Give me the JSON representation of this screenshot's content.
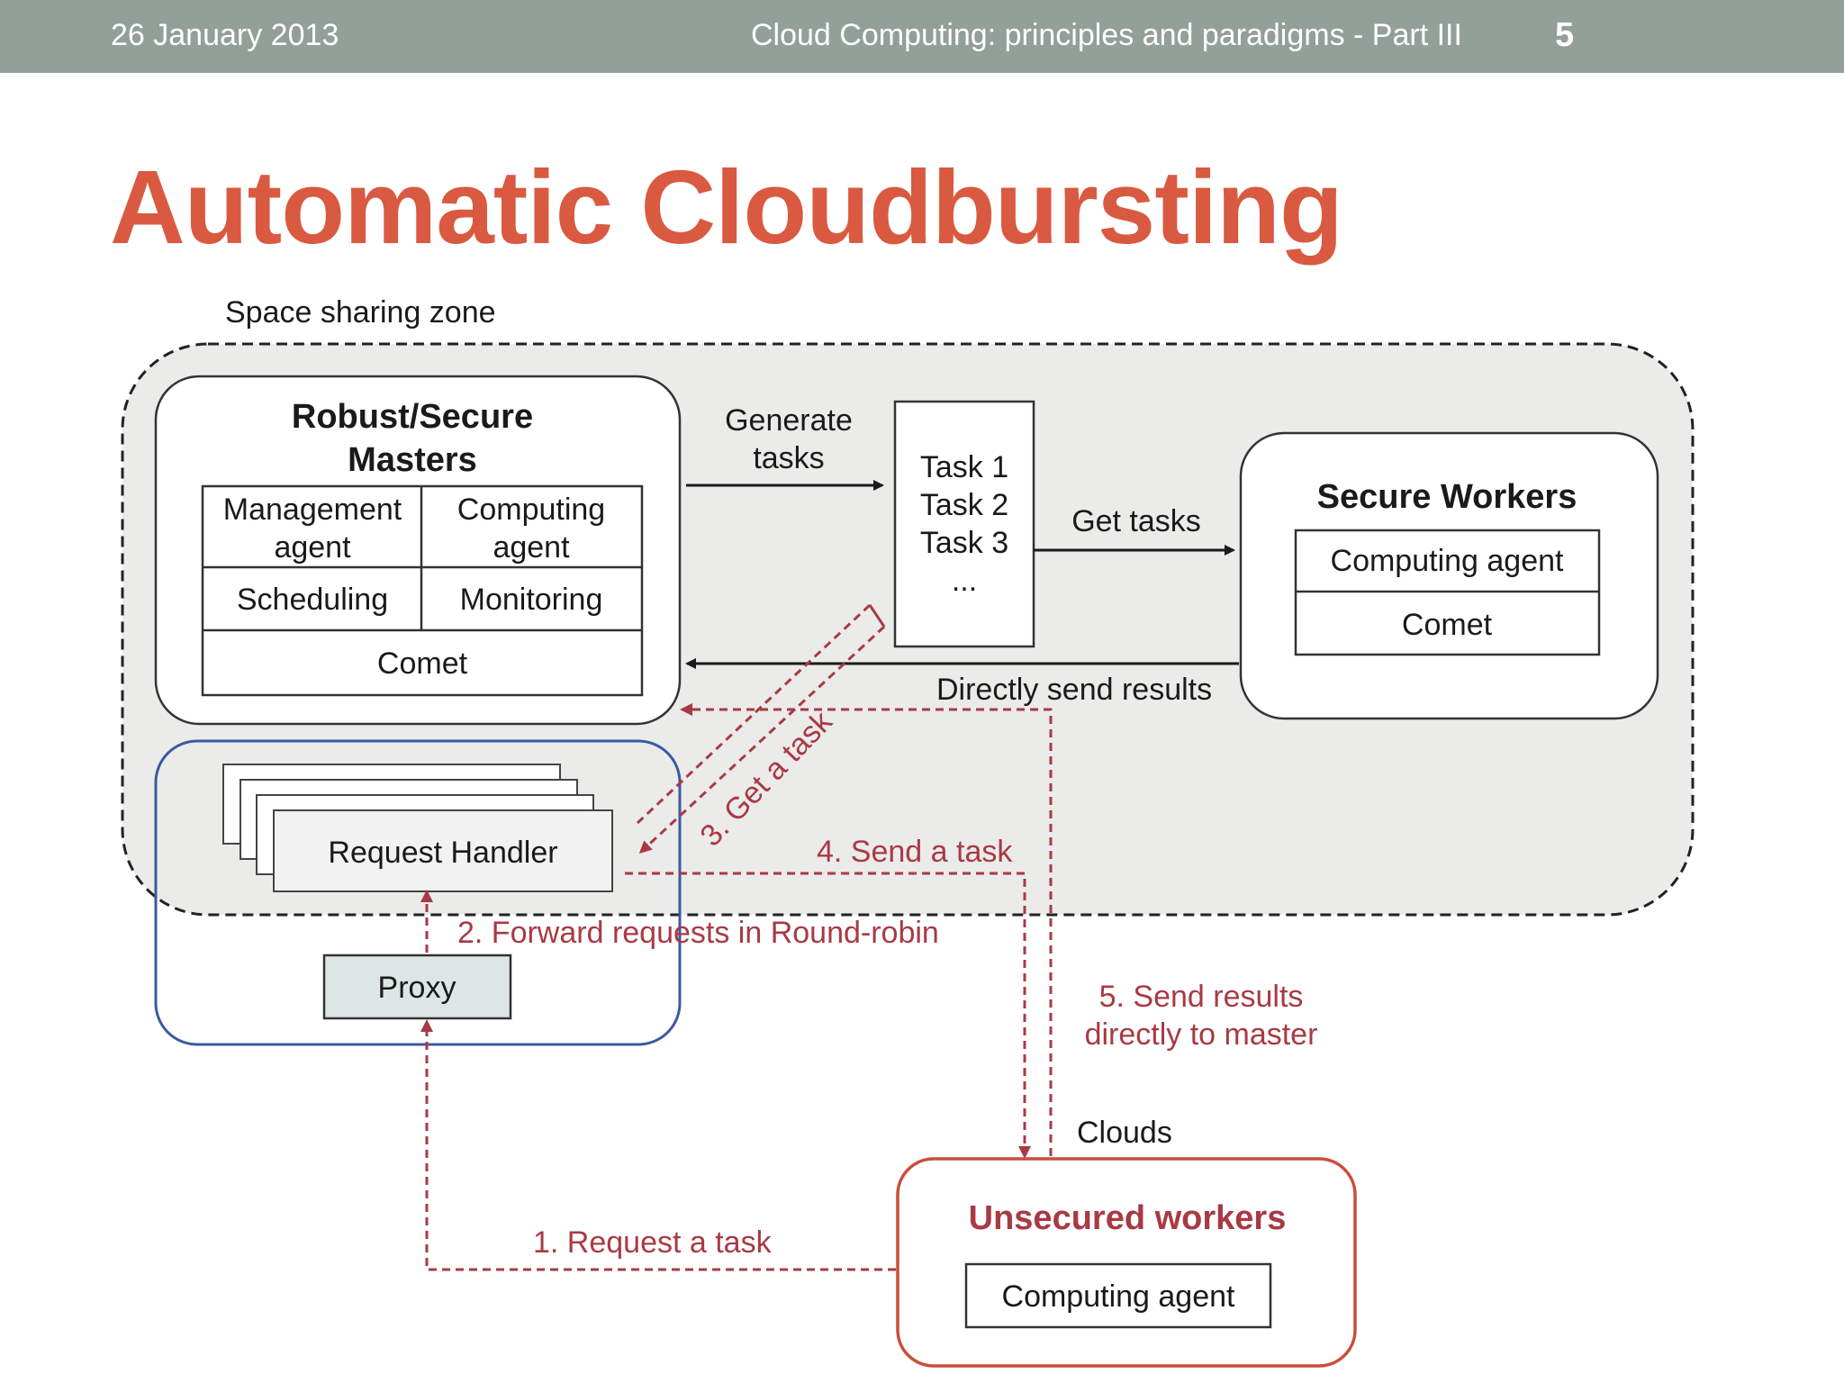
{
  "header": {
    "date": "26 January 2013",
    "title": "Cloud Computing: principles and paradigms - Part III",
    "page": "5"
  },
  "slide_title": "Automatic Cloudbursting",
  "diagram": {
    "zone_label": "Space sharing zone",
    "masters": {
      "title_line1": "Robust/Secure",
      "title_line2": "Masters",
      "management_line1": "Management",
      "management_line2": "agent",
      "computing_line1": "Computing",
      "computing_line2": "agent",
      "scheduling": "Scheduling",
      "monitoring": "Monitoring",
      "comet": "Comet"
    },
    "generate_tasks_line1": "Generate",
    "generate_tasks_line2": "tasks",
    "tasks": [
      "Task 1",
      "Task 2",
      "Task 3",
      "..."
    ],
    "get_tasks": "Get tasks",
    "secure_workers": {
      "title": "Secure Workers",
      "computing_agent": "Computing agent",
      "comet": "Comet"
    },
    "directly_send_results": "Directly send results",
    "request_handler": "Request Handler",
    "proxy": "Proxy",
    "step1": "1. Request a task",
    "step2": "2. Forward requests in Round-robin",
    "step3": "3. Get a task",
    "step4": "4. Send a task",
    "step5_line1": "5. Send results",
    "step5_line2": "directly to master",
    "clouds_label": "Clouds",
    "unsecured_workers": {
      "title": "Unsecured workers",
      "computing_agent": "Computing agent"
    }
  }
}
